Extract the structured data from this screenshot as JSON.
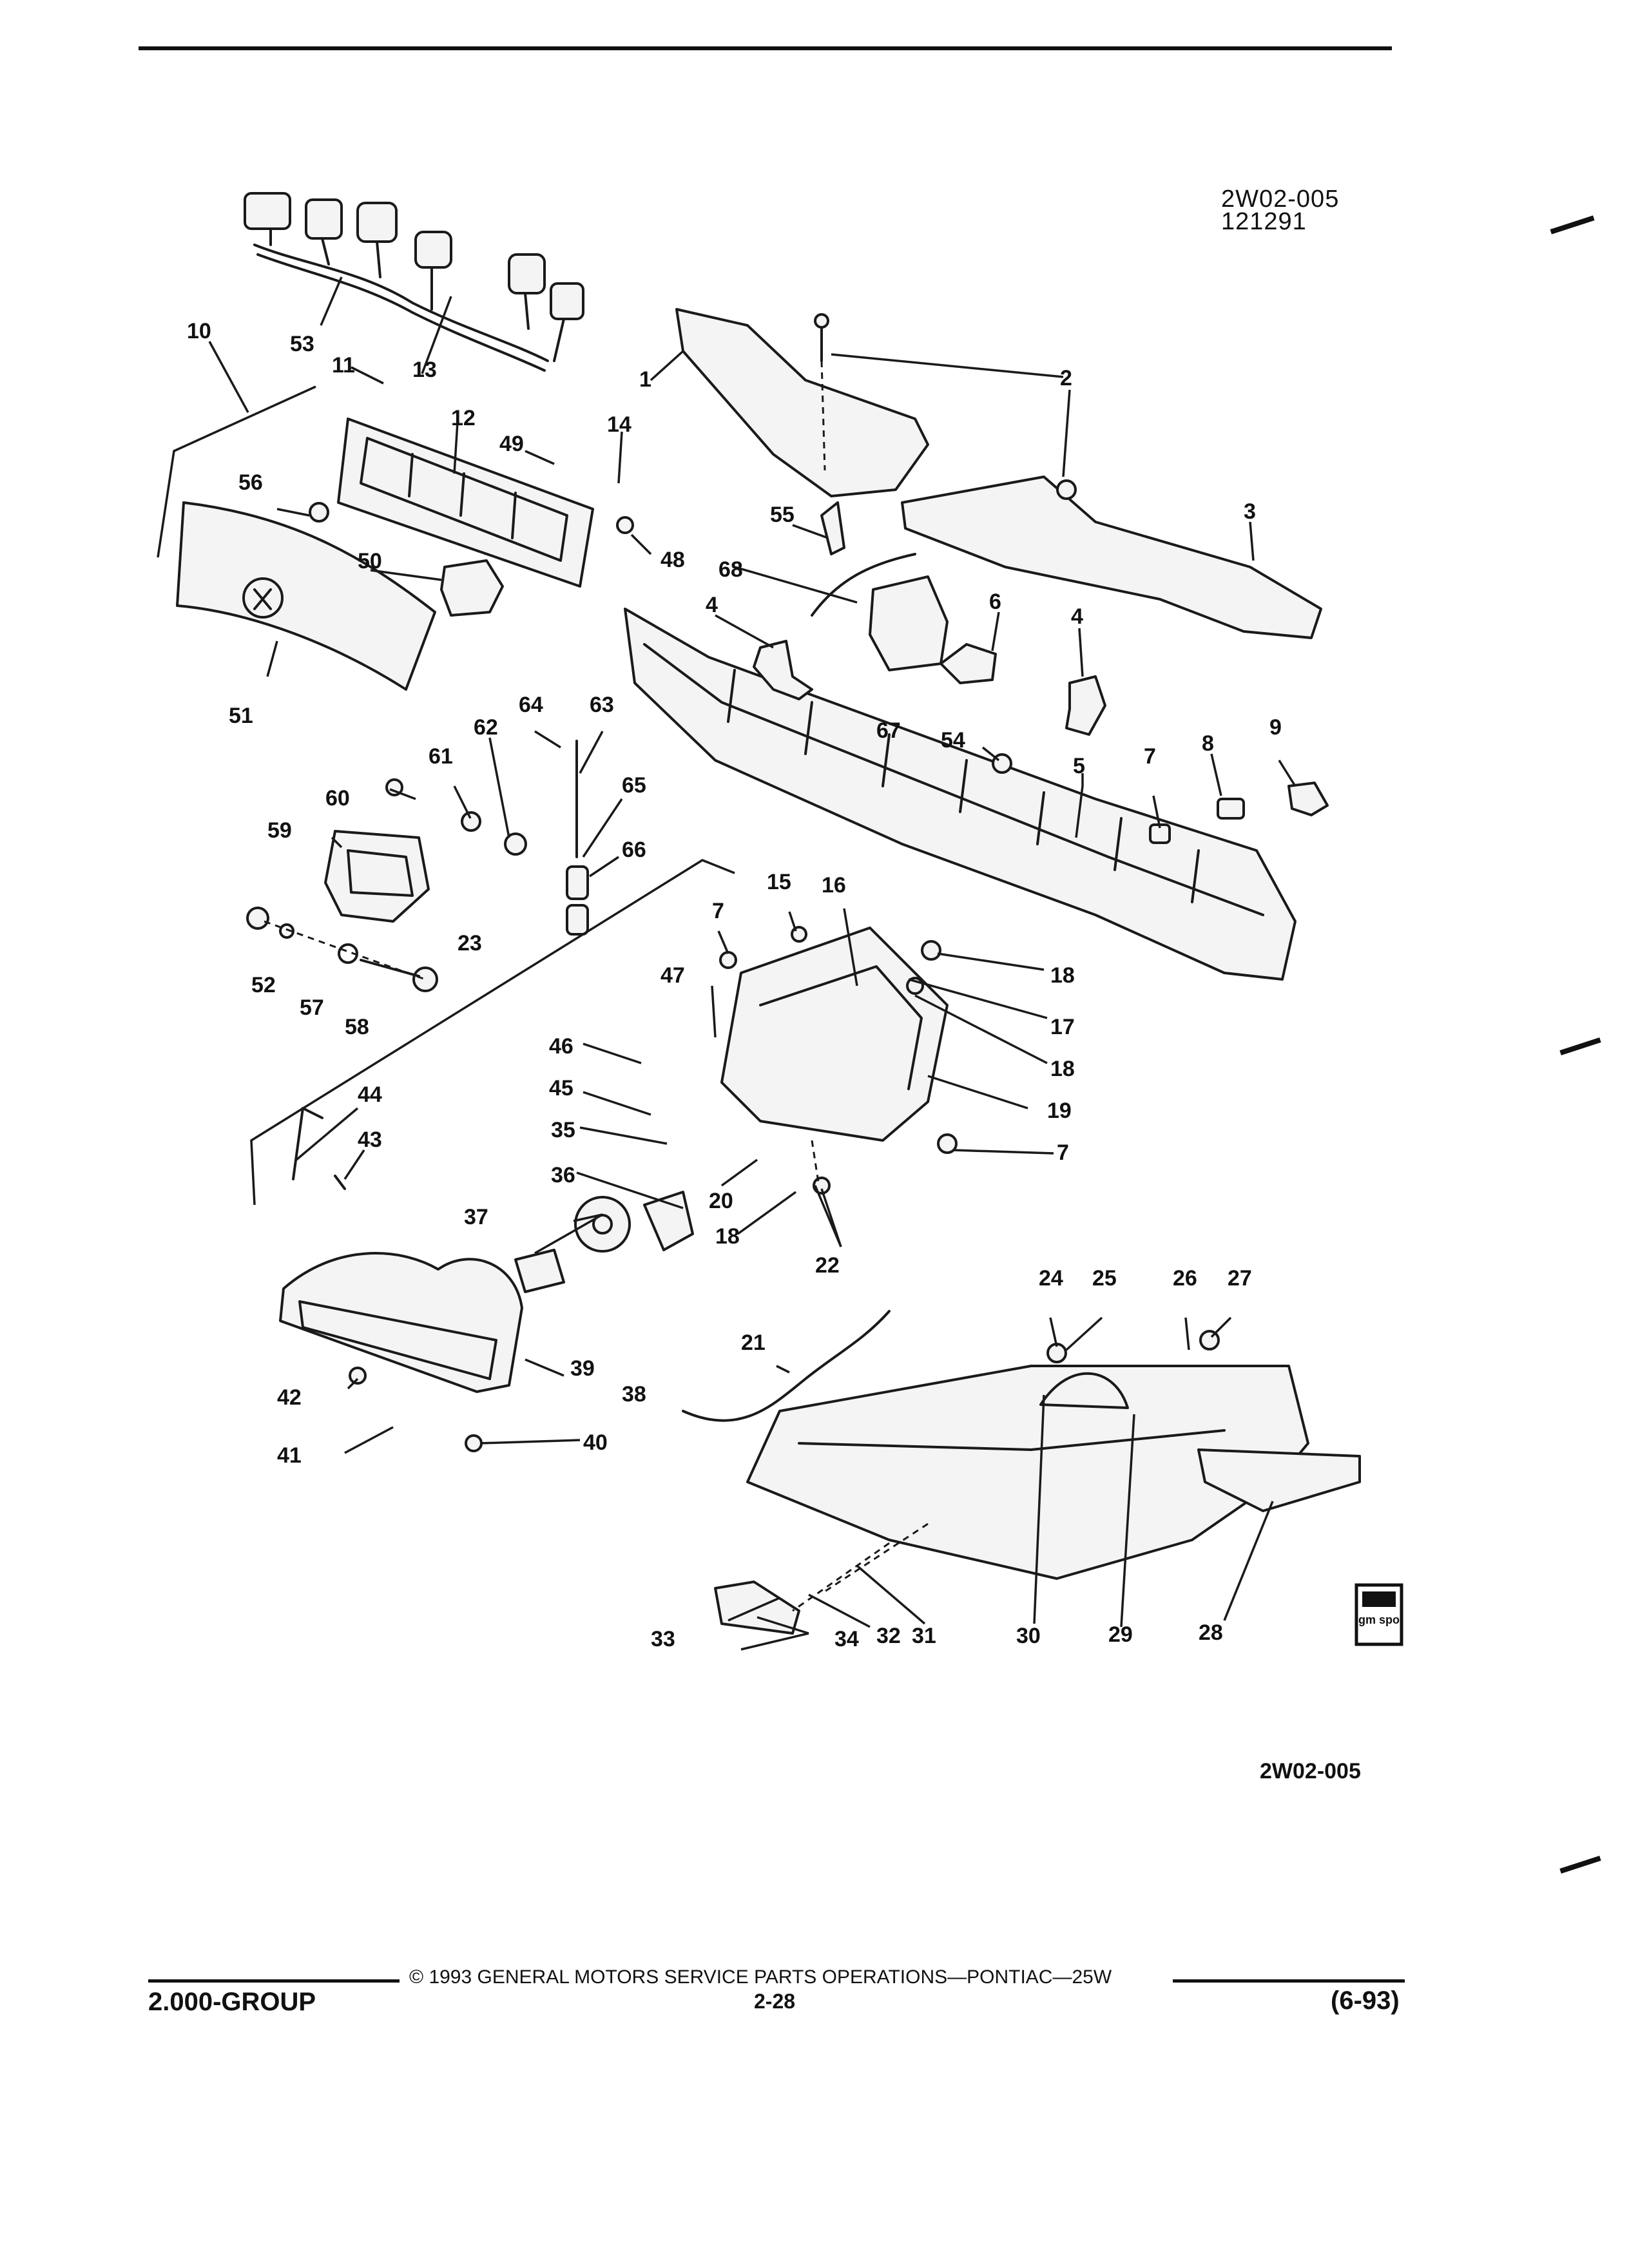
{
  "header": {
    "ref_code": "2W02-005",
    "date_code": "121291"
  },
  "diagram": {
    "part_numbers": [
      "1",
      "2",
      "3",
      "4",
      "5",
      "6",
      "7",
      "8",
      "9",
      "10",
      "11",
      "12",
      "13",
      "14",
      "15",
      "16",
      "17",
      "18",
      "19",
      "20",
      "21",
      "22",
      "23",
      "24",
      "25",
      "26",
      "27",
      "28",
      "29",
      "30",
      "31",
      "32",
      "33",
      "34",
      "35",
      "36",
      "37",
      "38",
      "39",
      "40",
      "41",
      "42",
      "43",
      "44",
      "45",
      "46",
      "47",
      "48",
      "49",
      "50",
      "51",
      "52",
      "53",
      "54",
      "55",
      "56",
      "57",
      "58",
      "59",
      "60",
      "61",
      "62",
      "63",
      "64",
      "65",
      "66",
      "67",
      "68"
    ],
    "logo_text": "gm spo",
    "figure_code": "2W02-005"
  },
  "footer": {
    "copyright": "© 1993 GENERAL MOTORS SERVICE PARTS OPERATIONS—PONTIAC—25W",
    "group": "2.000-GROUP",
    "page": "2-28",
    "revision": "(6-93)"
  }
}
